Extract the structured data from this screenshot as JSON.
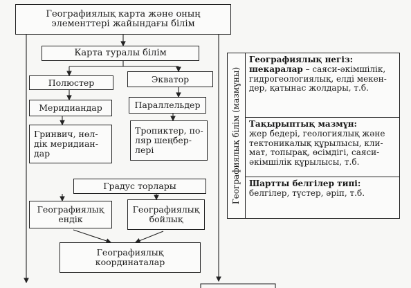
{
  "nodes": {
    "root": "Географиялық карта және оның\nэлементтері жайындағы білім",
    "map_knowledge": "Карта туралы білім",
    "poles": "Полюстер",
    "equator": "Экватор",
    "meridians": "Меридиандар",
    "parallels": "Параллельдер",
    "greenwich": "Гринвич, нөл-\nдік меридиан-\nдар",
    "tropics": "Тропиктер, по-\nляр шеңбер-\nлері",
    "degree_grid": "Градус торлары",
    "latitude": "Географиялық\nендік",
    "longitude": "Географиялық\nбойлық",
    "coordinates": "Географиялық\nкоординаталар"
  },
  "panel": {
    "side_label": "Географиялық білім (мазмұны)",
    "sections": [
      {
        "head": "Географиялық негіз:",
        "lead": "шекаралар",
        "body": " – саяси-әкімшілік,\nгидрогеологиялық, елді мекен-\nдер, қатынас жолдары, т.б."
      },
      {
        "head": "Тақырыптық мазмұн:",
        "lead": "",
        "body": "жер бедері, геологиялық және\nтектоникалық құрылысы, кли-\nмат, топырақ, өсімдігі, саяси-\nәкімшілік құрылысы, т.б."
      },
      {
        "head": "Шартты белгілер типі:",
        "lead": "",
        "body": "белгілер, түстер, әріп, т.б."
      }
    ]
  }
}
